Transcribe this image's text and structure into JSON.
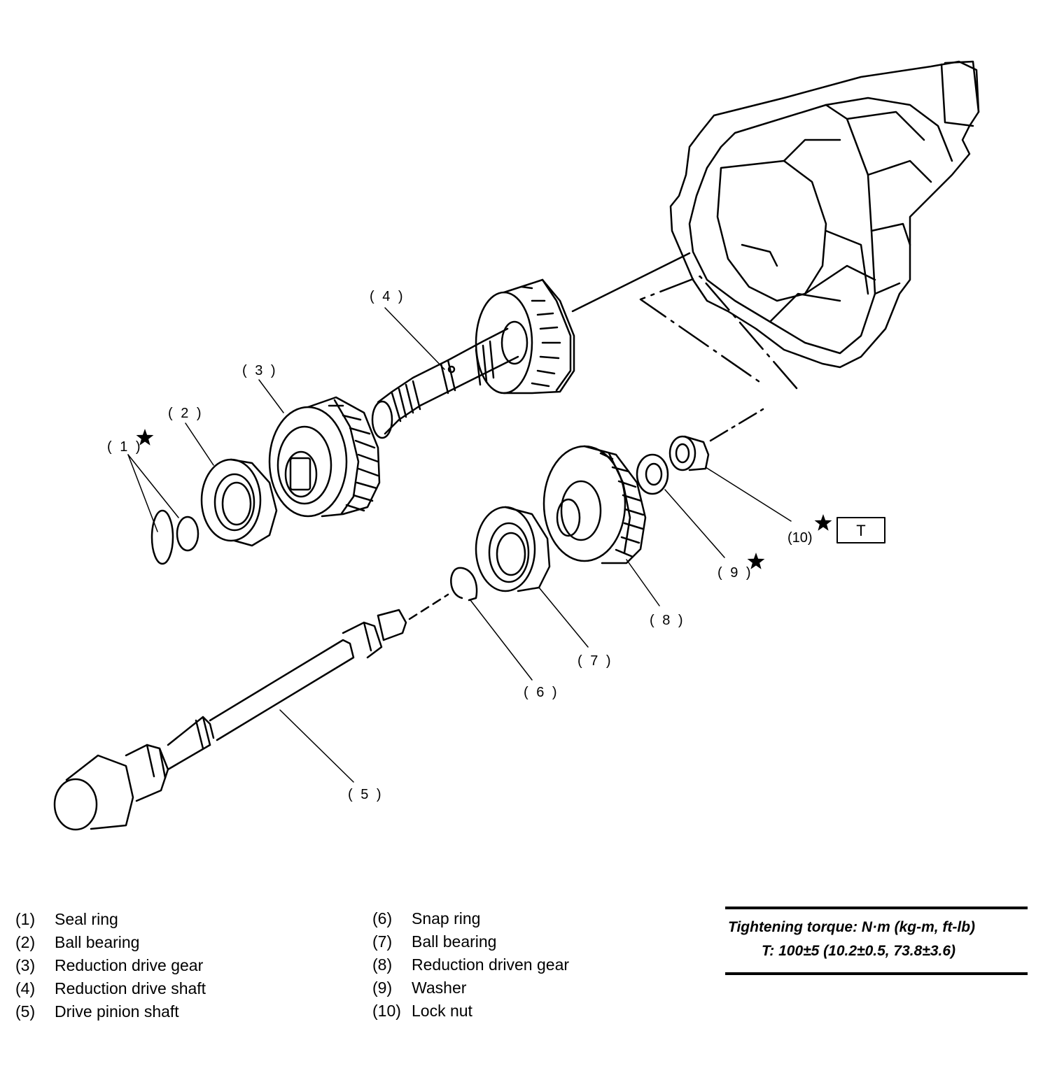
{
  "callouts": [
    {
      "id": "1",
      "label": "( 1 )"
    },
    {
      "id": "2",
      "label": "( 2 )"
    },
    {
      "id": "3",
      "label": "( 3 )"
    },
    {
      "id": "4",
      "label": "( 4 )"
    },
    {
      "id": "5",
      "label": "( 5 )"
    },
    {
      "id": "6",
      "label": "( 6 )"
    },
    {
      "id": "7",
      "label": "( 7 )"
    },
    {
      "id": "8",
      "label": "( 8 )"
    },
    {
      "id": "9",
      "label": "( 9 )"
    },
    {
      "id": "10",
      "label": "(10)"
    }
  ],
  "star_marks": [
    "1",
    "9",
    "10"
  ],
  "torque_badge": "T",
  "legend": {
    "left": [
      {
        "num": "(1)",
        "name": "Seal ring"
      },
      {
        "num": "(2)",
        "name": "Ball bearing"
      },
      {
        "num": "(3)",
        "name": "Reduction drive gear"
      },
      {
        "num": "(4)",
        "name": "Reduction drive shaft"
      },
      {
        "num": "(5)",
        "name": "Drive pinion shaft"
      }
    ],
    "right": [
      {
        "num": "(6)",
        "name": "Snap ring"
      },
      {
        "num": "(7)",
        "name": "Ball bearing"
      },
      {
        "num": "(8)",
        "name": "Reduction driven gear"
      },
      {
        "num": "(9)",
        "name": "Washer"
      },
      {
        "num": "(10)",
        "name": "Lock nut"
      }
    ]
  },
  "torque": {
    "heading": "Tightening torque: N·m (kg-m, ft-lb)",
    "value": "T: 100±5 (10.2±0.5, 73.8±3.6)"
  },
  "colors": {
    "ink": "#000000",
    "paper": "#ffffff"
  }
}
